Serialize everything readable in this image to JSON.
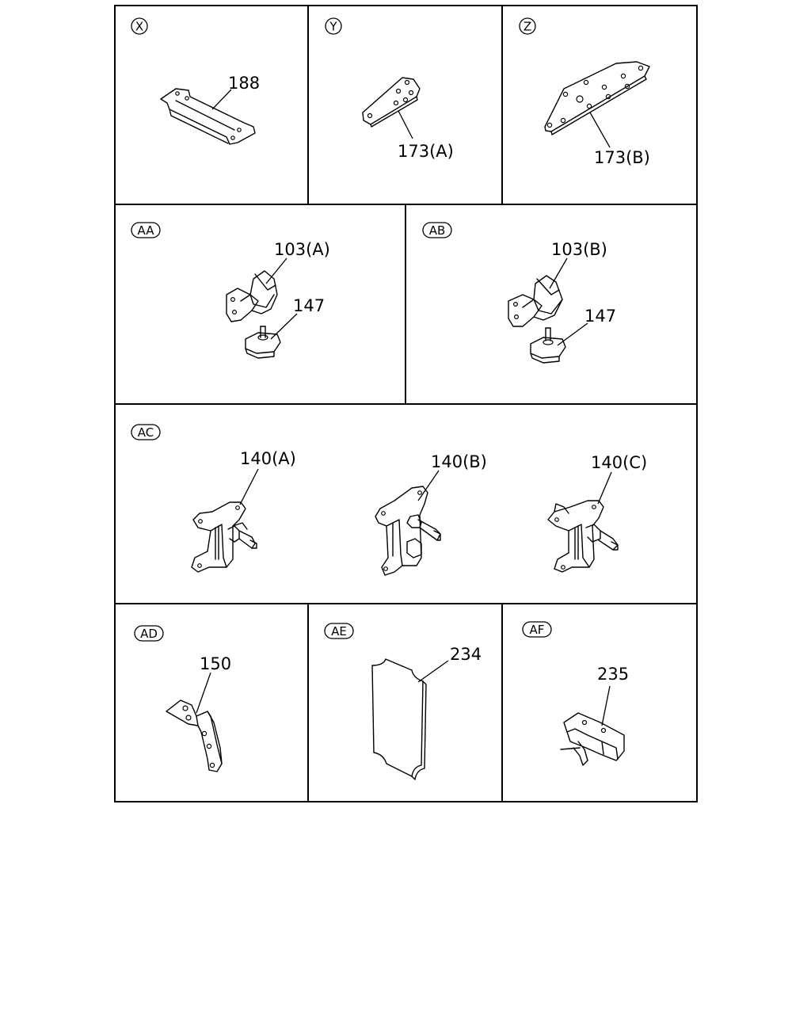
{
  "cells": [
    {
      "id": "x",
      "label": "X",
      "parts": [
        "188"
      ]
    },
    {
      "id": "y",
      "label": "Y",
      "parts": [
        "173(A)"
      ]
    },
    {
      "id": "z",
      "label": "Z",
      "parts": [
        "173(B)"
      ]
    },
    {
      "id": "aa",
      "label": "AA",
      "parts": [
        "103(A)",
        "147"
      ]
    },
    {
      "id": "ab",
      "label": "AB",
      "parts": [
        "103(B)",
        "147"
      ]
    },
    {
      "id": "ac",
      "label": "AC",
      "parts": [
        "140(A)",
        "140(B)",
        "140(C)"
      ]
    },
    {
      "id": "ad",
      "label": "AD",
      "parts": [
        "150"
      ]
    },
    {
      "id": "ae",
      "label": "AE",
      "parts": [
        "234"
      ]
    },
    {
      "id": "af",
      "label": "AF",
      "parts": [
        "235"
      ]
    }
  ]
}
